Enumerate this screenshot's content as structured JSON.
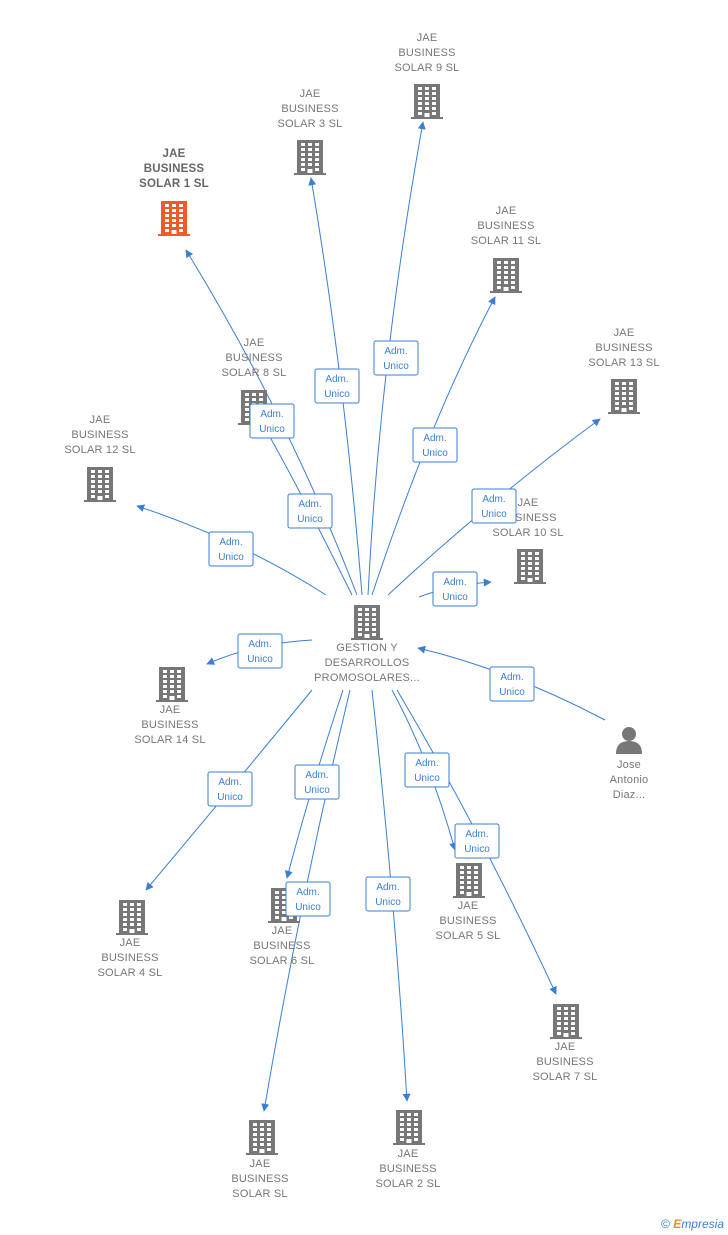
{
  "colors": {
    "edge": "#3a7fd4",
    "building": "#777777",
    "focus": "#f15a24",
    "label": "#777777"
  },
  "center": {
    "label_lines": [
      "GESTION Y",
      "DESARROLLOS",
      "PROMOSOLARES..."
    ],
    "icon": "building-icon"
  },
  "nodes": [
    {
      "id": "solar1",
      "label_lines": [
        "JAE",
        "BUSINESS",
        "SOLAR 1  SL"
      ],
      "icon": "building-icon",
      "focus": true
    },
    {
      "id": "solar3",
      "label_lines": [
        "JAE",
        "BUSINESS",
        "SOLAR 3  SL"
      ],
      "icon": "building-icon"
    },
    {
      "id": "solar9",
      "label_lines": [
        "JAE",
        "BUSINESS",
        "SOLAR 9  SL"
      ],
      "icon": "building-icon"
    },
    {
      "id": "solar11",
      "label_lines": [
        "JAE",
        "BUSINESS",
        "SOLAR 11  SL"
      ],
      "icon": "building-icon"
    },
    {
      "id": "solar13",
      "label_lines": [
        "JAE",
        "BUSINESS",
        "SOLAR 13  SL"
      ],
      "icon": "building-icon"
    },
    {
      "id": "solar8",
      "label_lines": [
        "JAE",
        "BUSINESS",
        "SOLAR 8  SL"
      ],
      "icon": "building-icon"
    },
    {
      "id": "solar12",
      "label_lines": [
        "JAE",
        "BUSINESS",
        "SOLAR 12  SL"
      ],
      "icon": "building-icon"
    },
    {
      "id": "solar10",
      "label_lines": [
        "JAE",
        "BUSINESS",
        "SOLAR 10  SL"
      ],
      "icon": "building-icon"
    },
    {
      "id": "solar14",
      "label_lines": [
        "JAE",
        "BUSINESS",
        "SOLAR 14  SL"
      ],
      "icon": "building-icon"
    },
    {
      "id": "person",
      "label_lines": [
        "Jose",
        "Antonio",
        "Diaz..."
      ],
      "icon": "person-icon"
    },
    {
      "id": "solar4",
      "label_lines": [
        "JAE",
        "BUSINESS",
        "SOLAR 4  SL"
      ],
      "icon": "building-icon"
    },
    {
      "id": "solar6",
      "label_lines": [
        "JAE",
        "BUSINESS",
        "SOLAR 6  SL"
      ],
      "icon": "building-icon"
    },
    {
      "id": "solar5",
      "label_lines": [
        "JAE",
        "BUSINESS",
        "SOLAR 5  SL"
      ],
      "icon": "building-icon"
    },
    {
      "id": "solar7",
      "label_lines": [
        "JAE",
        "BUSINESS",
        "SOLAR 7  SL"
      ],
      "icon": "building-icon"
    },
    {
      "id": "solar",
      "label_lines": [
        "JAE",
        "BUSINESS",
        "SOLAR  SL"
      ],
      "icon": "building-icon"
    },
    {
      "id": "solar2",
      "label_lines": [
        "JAE",
        "BUSINESS",
        "SOLAR 2  SL"
      ],
      "icon": "building-icon"
    }
  ],
  "edge_label_lines": [
    "Adm.",
    "Unico"
  ],
  "edges": [
    {
      "to": "solar1"
    },
    {
      "to": "solar3"
    },
    {
      "to": "solar9"
    },
    {
      "to": "solar11"
    },
    {
      "to": "solar13"
    },
    {
      "to": "solar8"
    },
    {
      "to": "solar12"
    },
    {
      "to": "solar10"
    },
    {
      "to": "solar14"
    },
    {
      "from": "person"
    },
    {
      "to": "solar4"
    },
    {
      "to": "solar6"
    },
    {
      "to": "solar5"
    },
    {
      "to": "solar7"
    },
    {
      "to": "solar"
    },
    {
      "to": "solar2"
    }
  ],
  "brand": {
    "copyright": "©",
    "initial": "E",
    "rest": "mpresia"
  }
}
